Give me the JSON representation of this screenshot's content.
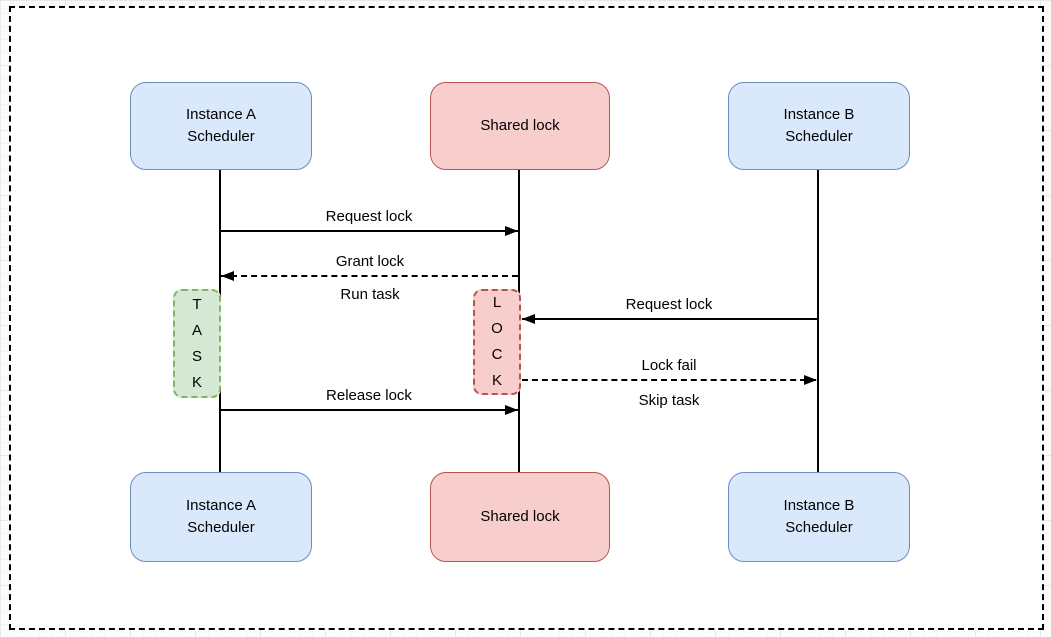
{
  "colors": {
    "scheduler_fill": "#dae8fc",
    "scheduler_stroke": "#6c8ebf",
    "shared_lock_fill": "#f8cecc",
    "shared_lock_stroke": "#b85450",
    "task_fill": "#d5e8d4",
    "task_stroke": "#82b366",
    "line": "#000000",
    "page_background": "#ffffff"
  },
  "diagram": {
    "actors": {
      "instance_a": "Instance A\nScheduler",
      "shared_lock": "Shared lock",
      "instance_b": "Instance B\nScheduler"
    },
    "activations": {
      "task": "T\nA\nS\nK",
      "lock": "L\nO\nC\nK"
    },
    "messages": {
      "request_lock_a": "Request lock",
      "grant_lock": "Grant lock",
      "run_task": "Run task",
      "request_lock_b": "Request lock",
      "lock_fail": "Lock fail",
      "skip_task": "Skip task",
      "release_lock": "Release lock"
    }
  }
}
